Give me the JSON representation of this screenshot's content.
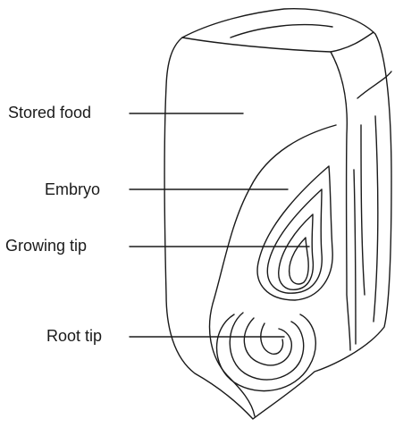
{
  "labels": {
    "stored_food": "Stored food",
    "embryo": "Embryo",
    "growing_tip": "Growing tip",
    "root_tip": "Root tip"
  },
  "colors": {
    "line": "#1a1a1a",
    "background": "#ffffff"
  }
}
